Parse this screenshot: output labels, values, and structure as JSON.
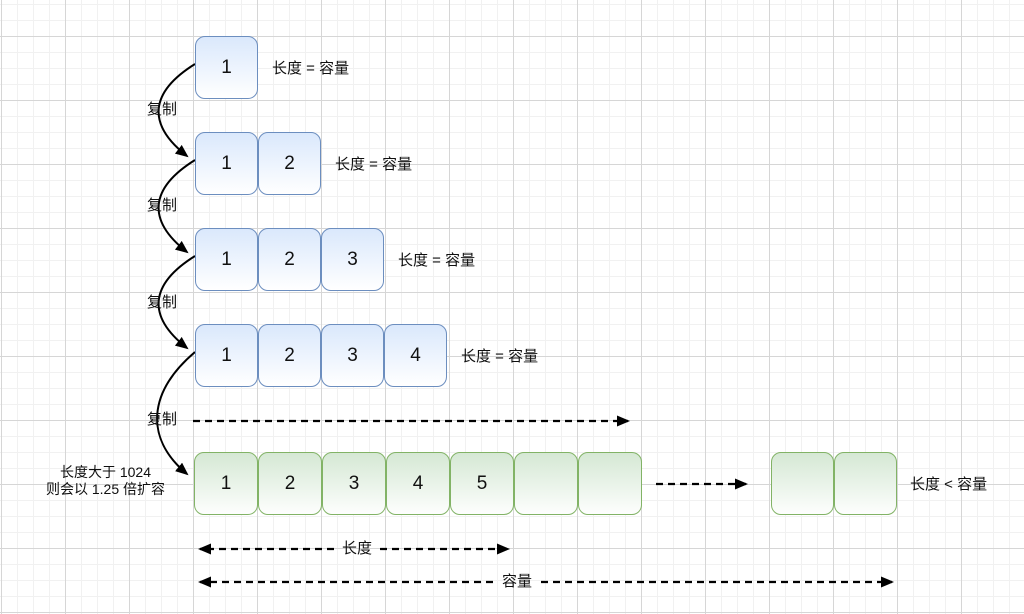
{
  "diagram": {
    "copy_label": "复制",
    "eq_label": "长度 = 容量",
    "lt_label": "长度 < 容量",
    "length_label": "长度",
    "capacity_label": "容量",
    "note": {
      "line1": "长度大于 1024",
      "line2": "则会以 1.25 倍扩容"
    },
    "rows": [
      {
        "cells": [
          "1"
        ]
      },
      {
        "cells": [
          "1",
          "2"
        ]
      },
      {
        "cells": [
          "1",
          "2",
          "3"
        ]
      },
      {
        "cells": [
          "1",
          "2",
          "3",
          "4"
        ]
      }
    ],
    "grown_row": {
      "cells": [
        "1",
        "2",
        "3",
        "4",
        "5",
        "",
        ""
      ]
    },
    "extra_cells": [
      "",
      ""
    ],
    "colors": {
      "blue_border": "#6c8ebf",
      "blue_fill": "#dae8fc",
      "green_border": "#82b366",
      "green_fill": "#d5e8d4",
      "arrow": "#000000",
      "grid_minor": "#f1f1f1",
      "grid_major": "#d6d6d6"
    }
  }
}
